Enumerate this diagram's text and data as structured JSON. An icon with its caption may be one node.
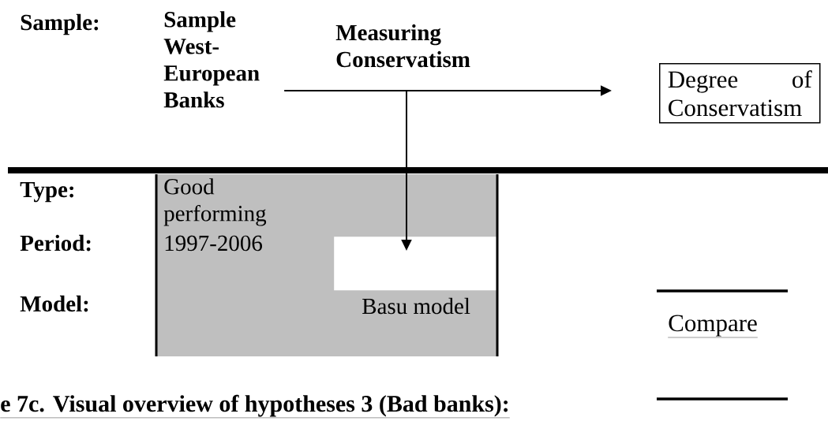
{
  "diagram": {
    "caption": "e 7c. Visual overview of hypotheses 3 (Bad banks):",
    "nodes": [
      {
        "text": [
          "Sample West-European Banks"
        ]
      },
      {
        "text": [
          "Degree of Conservatism"
        ]
      },
      {
        "text": [
          "Good performing",
          "1997-2006",
          "Basu model"
        ]
      },
      {
        "text": [],
        "shape": "box",
        "in": 2
      }
    ],
    "edges": [
      {
        "from": 0,
        "to": 1,
        "arrow": "to",
        "label": "Measuring Conservatism"
      },
      {
        "from": 0,
        "to": 3,
        "arrow": "to"
      }
    ],
    "labels": [
      "Sample:",
      "Type:",
      "Period:",
      "Model:",
      "Compare"
    ]
  }
}
